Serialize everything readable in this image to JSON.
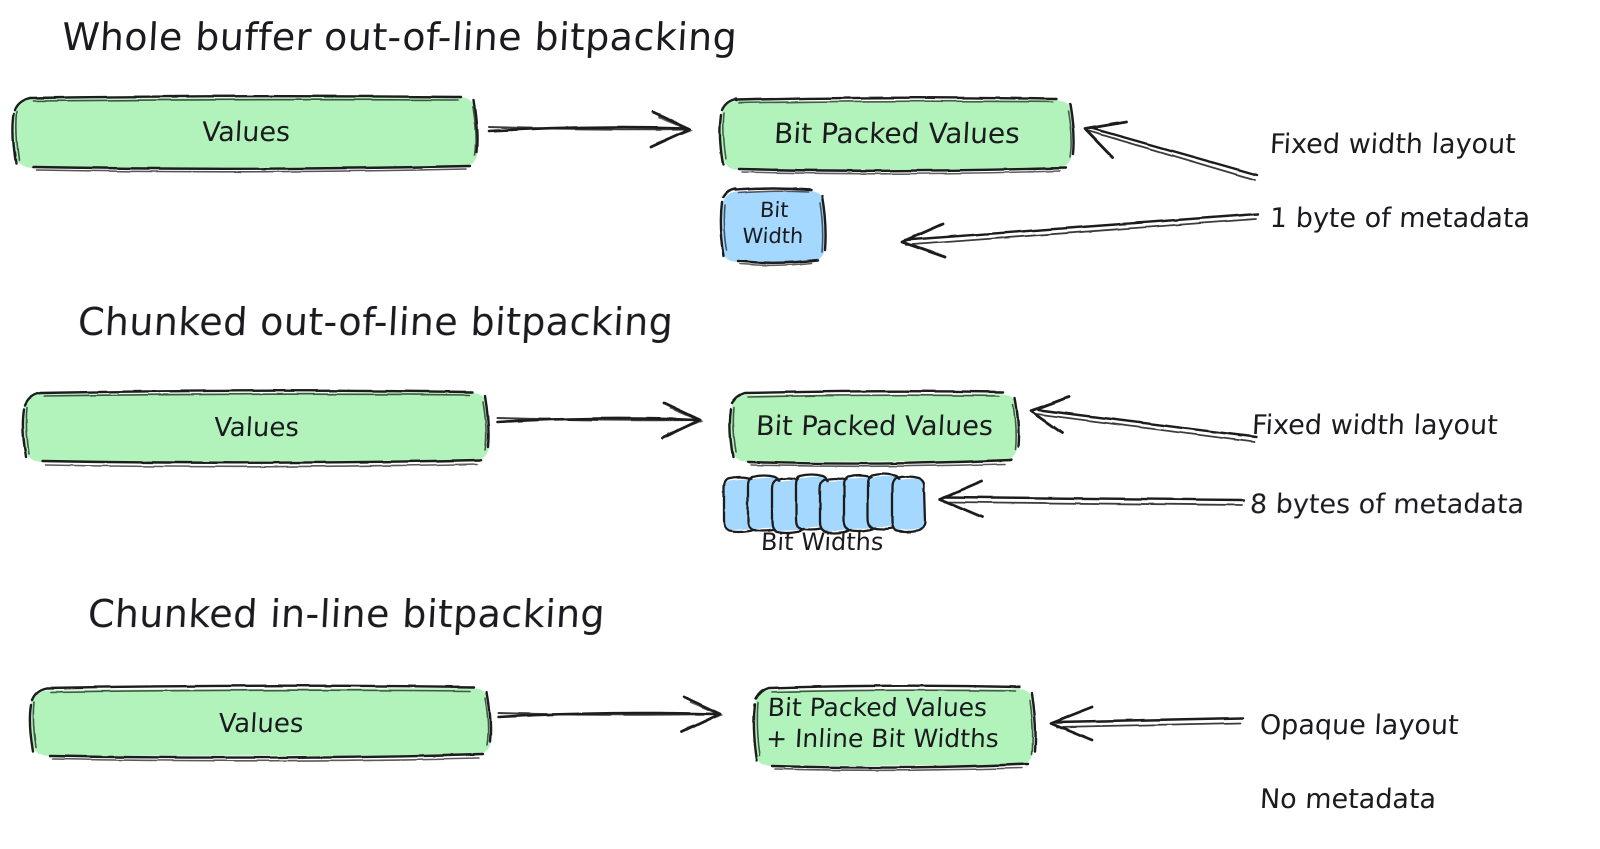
{
  "page": {
    "background": "#ffffff",
    "ink": "#1b1b1f",
    "green_fill": "#b2f2bb",
    "blue_fill": "#a5d8ff"
  },
  "sections": [
    {
      "title": "Whole buffer out-of-line bitpacking",
      "source_box": {
        "label": "Values"
      },
      "target_box": {
        "label": "Bit Packed Values"
      },
      "meta_box": {
        "line1": "Bit",
        "line2": "Width"
      },
      "annotations": [
        {
          "text": "Fixed width layout"
        },
        {
          "text": "1 byte of metadata"
        }
      ]
    },
    {
      "title": "Chunked out-of-line bitpacking",
      "source_box": {
        "label": "Values"
      },
      "target_box": {
        "label": "Bit Packed Values"
      },
      "chunks": {
        "count": 8,
        "caption": "Bit Widths"
      },
      "annotations": [
        {
          "text": "Fixed width layout"
        },
        {
          "text": "8 bytes of metadata"
        }
      ]
    },
    {
      "title": "Chunked in-line bitpacking",
      "source_box": {
        "label": "Values"
      },
      "target_box": {
        "line1": "Bit Packed Values",
        "line2": "+ Inline Bit Widths"
      },
      "annotations": [
        {
          "text": "Opaque layout"
        },
        {
          "text": "No metadata"
        }
      ]
    }
  ]
}
